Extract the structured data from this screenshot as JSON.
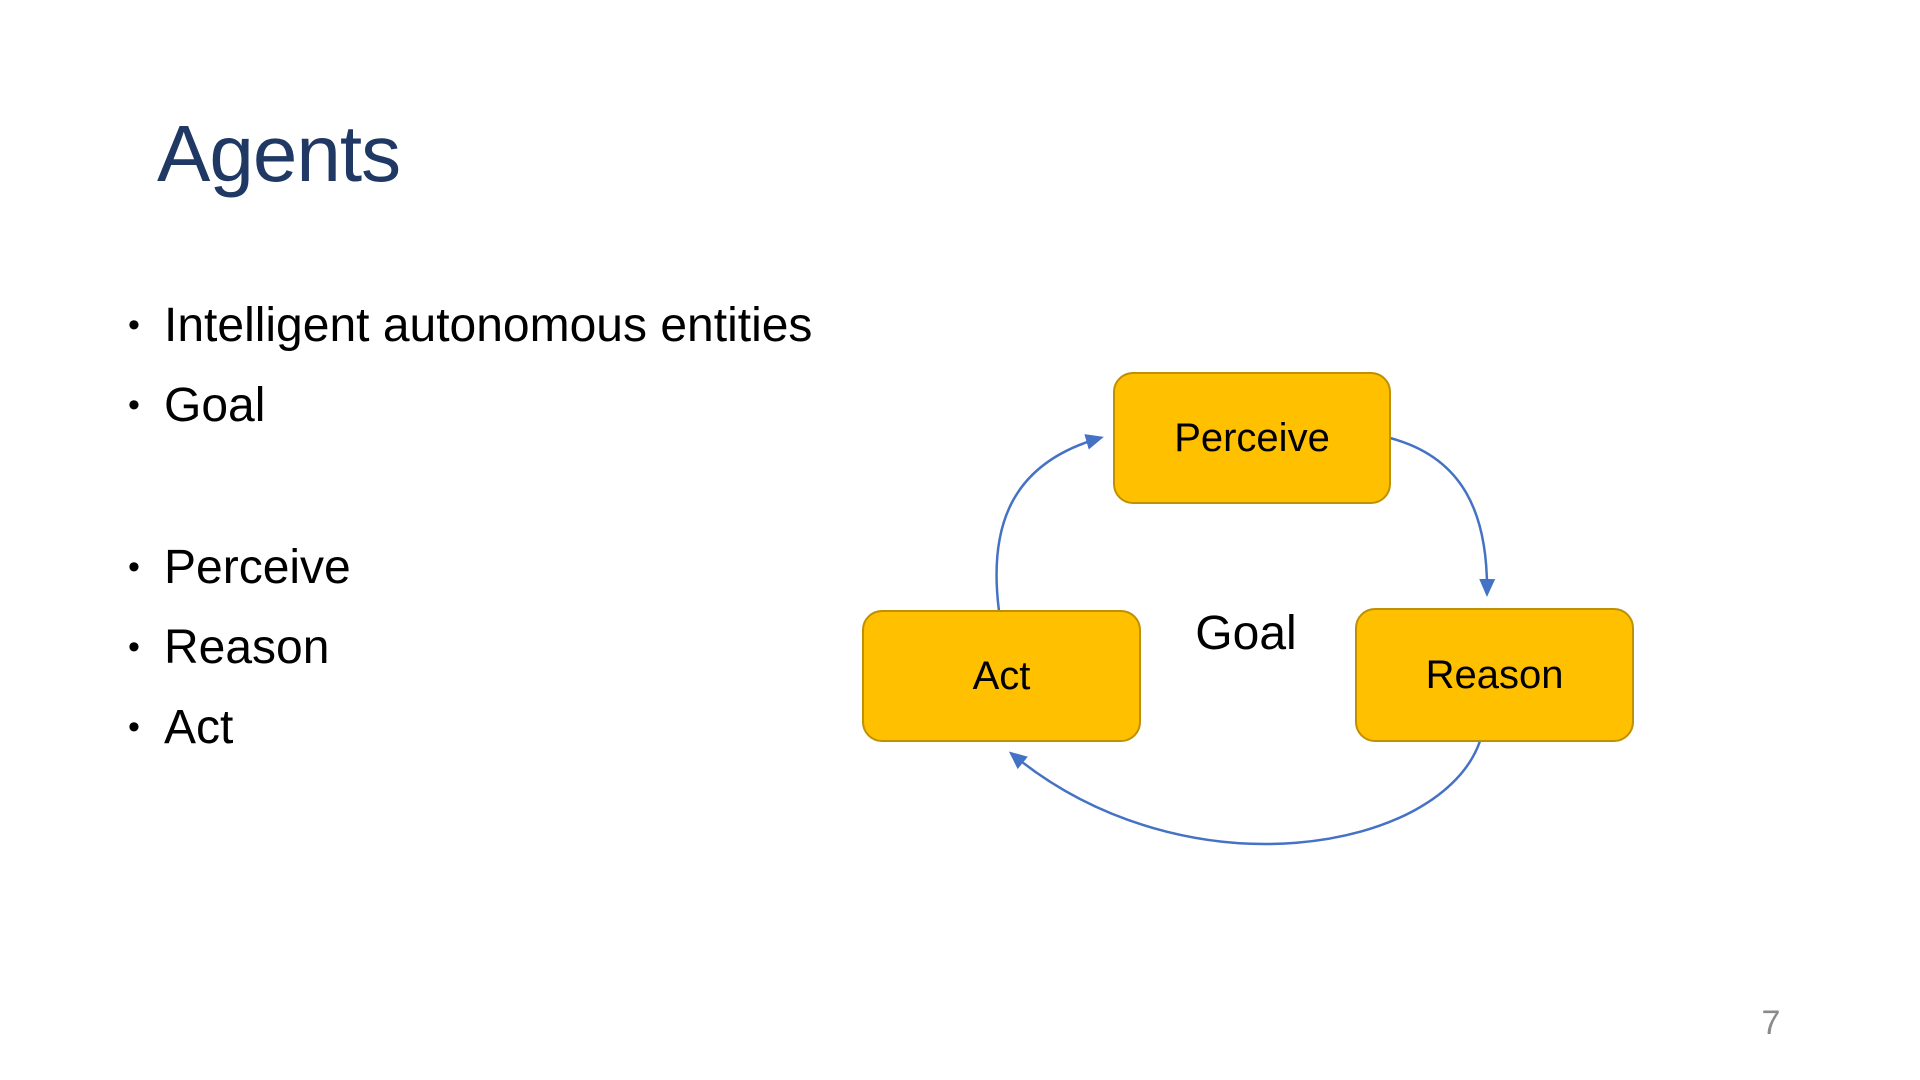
{
  "slide": {
    "title": "Agents",
    "bullet_char": "•",
    "bullets": [
      "Intelligent autonomous entities",
      "Goal",
      "Perceive",
      "Reason",
      "Act"
    ],
    "page_number": "7"
  },
  "diagram": {
    "center_label": "Goal",
    "nodes": [
      {
        "id": "perceive",
        "label": "Perceive"
      },
      {
        "id": "act",
        "label": "Act"
      },
      {
        "id": "reason",
        "label": "Reason"
      }
    ],
    "edges": [
      {
        "from": "act",
        "to": "perceive"
      },
      {
        "from": "perceive",
        "to": "reason"
      },
      {
        "from": "reason",
        "to": "act"
      }
    ],
    "colors": {
      "node_fill": "#FFC000",
      "node_border": "#BF9000",
      "arrow": "#4472C4"
    }
  },
  "colors": {
    "background": "#FFFFFF",
    "title_text": "#1F3864",
    "body_text": "#000000",
    "page_number": "#8A8A8A"
  }
}
